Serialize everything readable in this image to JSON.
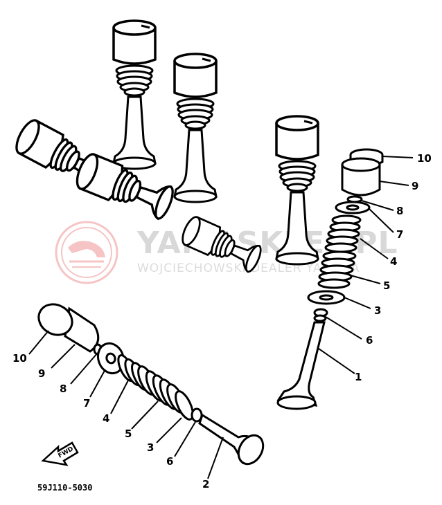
{
  "watermark": {
    "title": "YAMASKLEP.PL",
    "subtitle": "WOJCIECHOWSKI DEALER YAMAHA",
    "color": "#e65a5a"
  },
  "diagram": {
    "code": "59J110-5030",
    "fwd_label": "FWD",
    "callouts_right": [
      "10",
      "9",
      "8",
      "7",
      "4",
      "5",
      "3",
      "6",
      "1"
    ],
    "callouts_lower": [
      "10",
      "9",
      "8",
      "7",
      "4",
      "5",
      "3",
      "6",
      "2"
    ]
  }
}
